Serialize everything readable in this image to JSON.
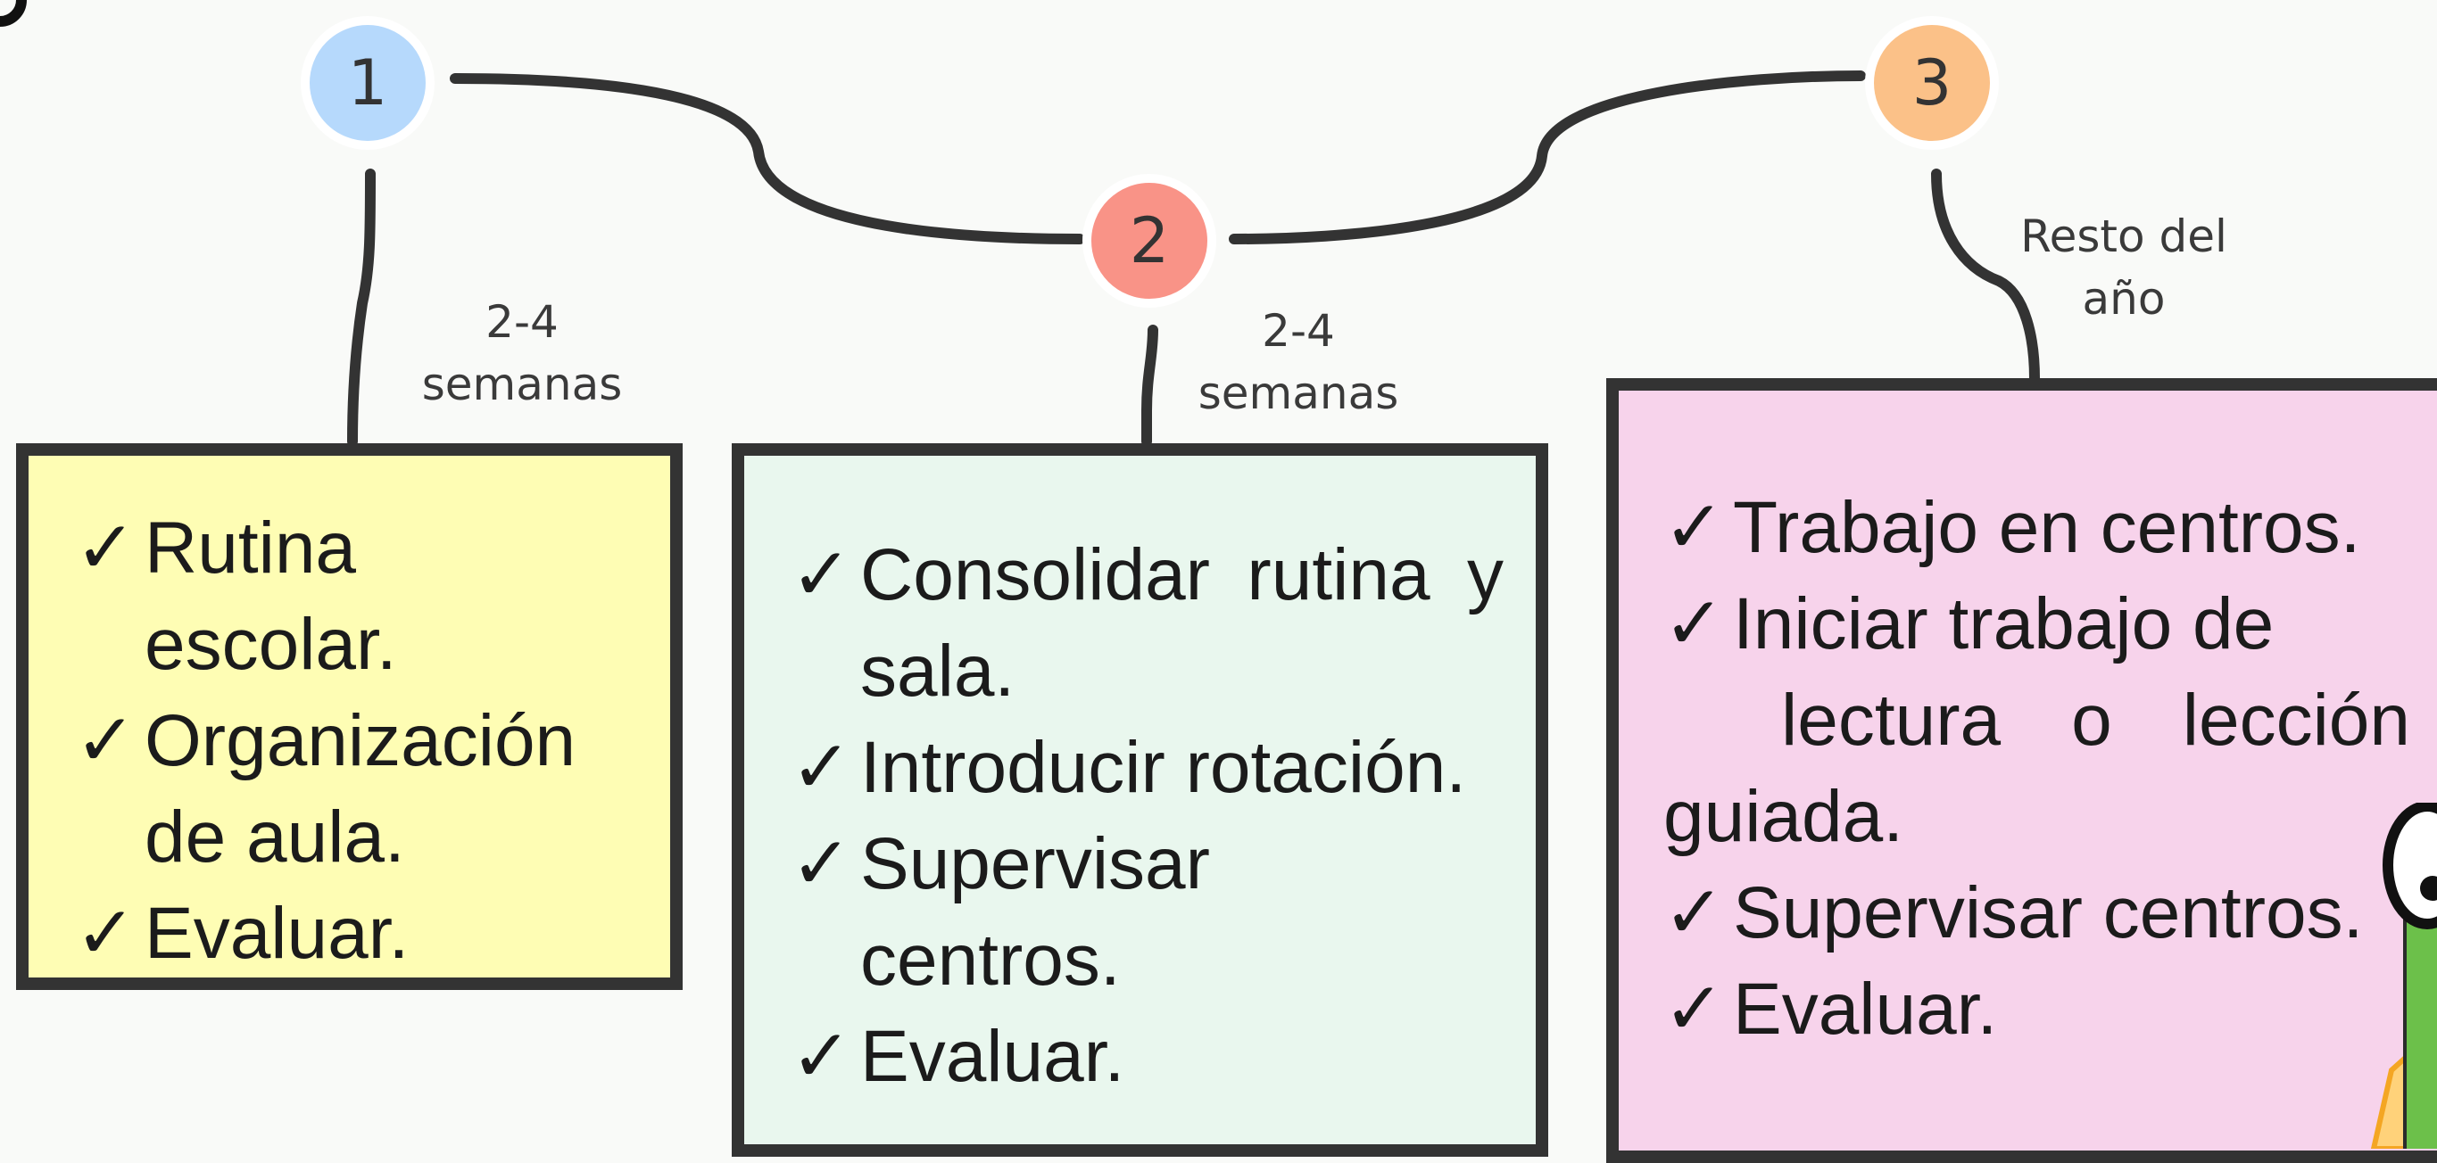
{
  "colors": {
    "line": "#333333",
    "node1": "#b6d9fc",
    "node2": "#f99387",
    "node3": "#fbc188",
    "card1": "#fefdb4",
    "card2": "#e9f7ee",
    "card3": "#f7d3eb"
  },
  "steps": [
    {
      "number": "1",
      "duration_line1": "2-4",
      "duration_line2": "semanas",
      "check": "✓",
      "items": [
        {
          "line1": "Rutina",
          "line2": "escolar."
        },
        {
          "line1": "Organización",
          "line2": "de aula."
        },
        {
          "line1": "Evaluar."
        }
      ]
    },
    {
      "number": "2",
      "duration_line1": "2-4",
      "duration_line2": "semanas",
      "check": "✓",
      "items": [
        {
          "line1": "Consolidar rutina y",
          "line2": "sala."
        },
        {
          "line1": "Introducir rotación."
        },
        {
          "line1": "Supervisar",
          "line2": "centros."
        },
        {
          "line1": "Evaluar."
        }
      ]
    },
    {
      "number": "3",
      "duration_line1": "Resto del",
      "duration_line2": "año",
      "check": "✓",
      "items": [
        {
          "line1": "Trabajo en centros."
        },
        {
          "line1": "Iniciar trabajo de",
          "line2": "lectura o lección",
          "line3": "guiada."
        },
        {
          "line1": "Supervisar centros."
        },
        {
          "line1": "Evaluar."
        }
      ]
    }
  ]
}
